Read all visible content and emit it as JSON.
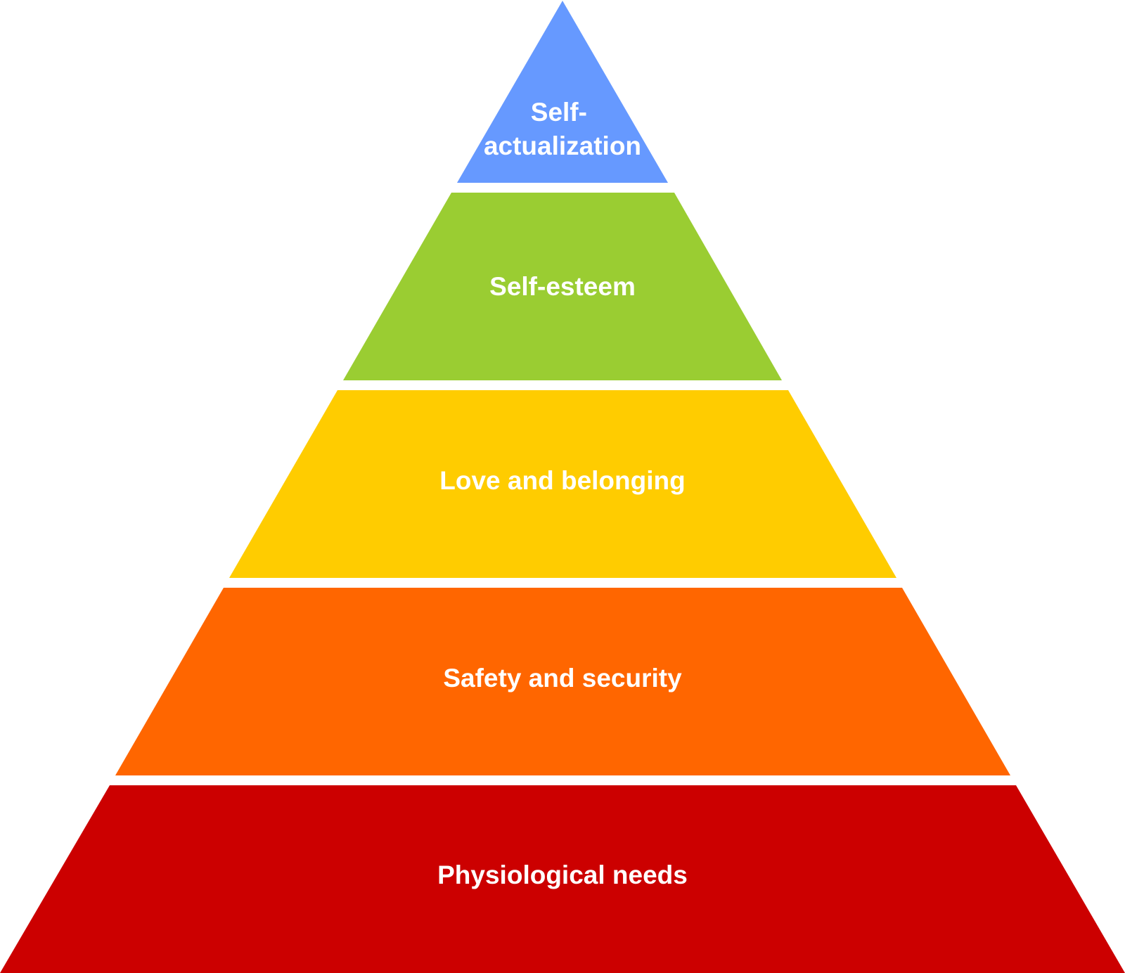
{
  "diagram": {
    "type": "pyramid",
    "tiers": [
      {
        "lines": [
          "Self-",
          "actualization"
        ],
        "color": "#6699FF"
      },
      {
        "lines": [
          "Self-esteem"
        ],
        "color": "#9ACD32"
      },
      {
        "lines": [
          "Love and belonging"
        ],
        "color": "#FFCC00"
      },
      {
        "lines": [
          "Safety and security"
        ],
        "color": "#FF6600"
      },
      {
        "lines": [
          "Physiological needs"
        ],
        "color": "#CC0000"
      }
    ]
  }
}
